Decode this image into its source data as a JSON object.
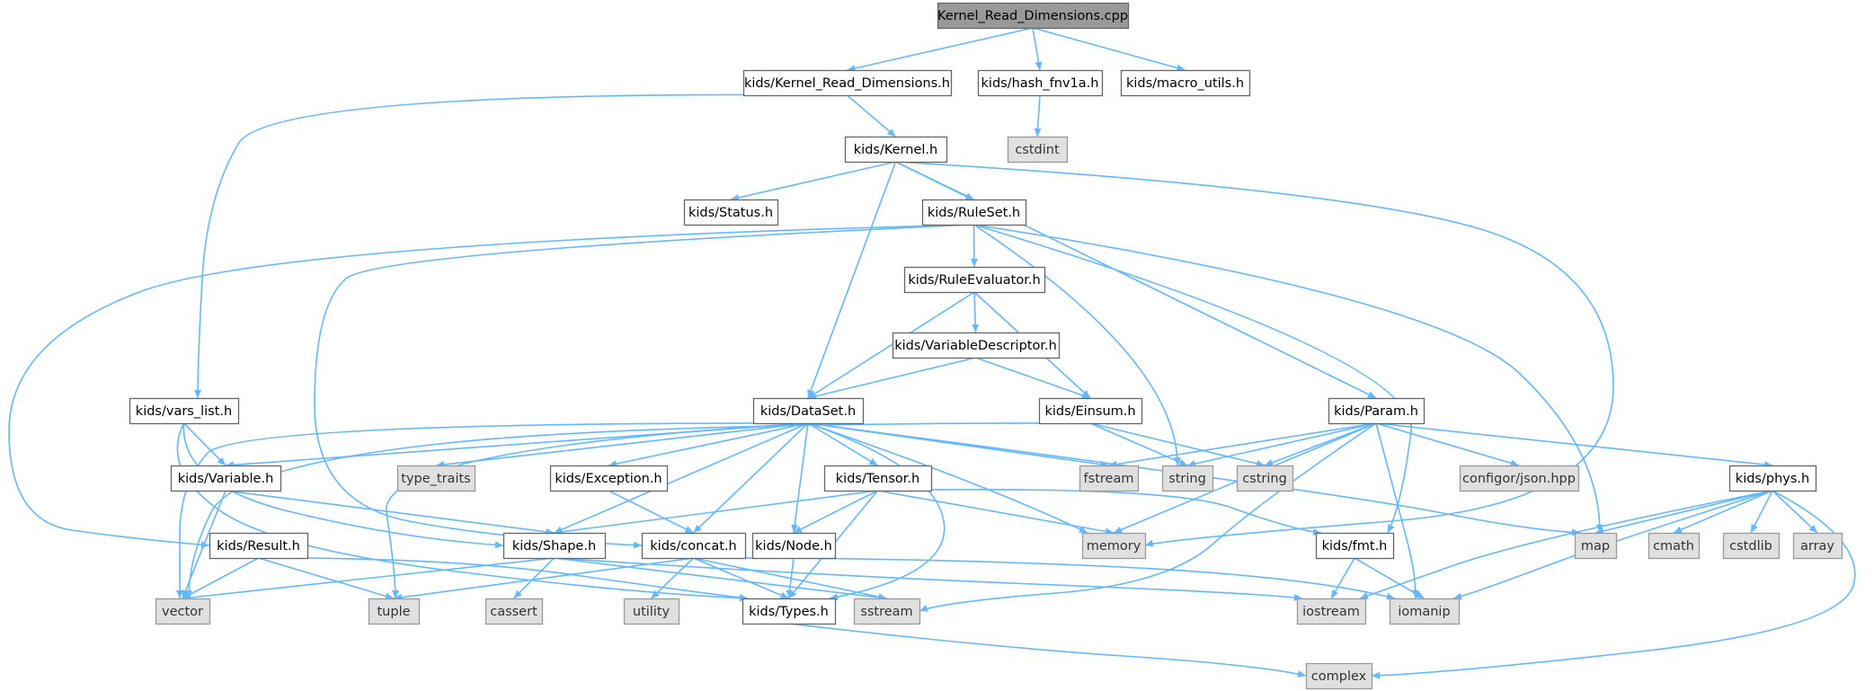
{
  "colors": {
    "edge": "#63b8ff",
    "root_fill": "#999999",
    "local_fill": "#ffffff",
    "system_fill": "#e0e0e0",
    "border": "#666666"
  },
  "nodes": [
    {
      "id": "root",
      "label": "Kernel_Read_Dimensions.cpp",
      "kind": "root"
    },
    {
      "id": "krd_h",
      "label": "kids/Kernel_Read_Dimensions.h",
      "kind": "local"
    },
    {
      "id": "hash",
      "label": "kids/hash_fnv1a.h",
      "kind": "local"
    },
    {
      "id": "macro",
      "label": "kids/macro_utils.h",
      "kind": "local"
    },
    {
      "id": "cstdint",
      "label": "cstdint",
      "kind": "system"
    },
    {
      "id": "kernel",
      "label": "kids/Kernel.h",
      "kind": "local"
    },
    {
      "id": "status",
      "label": "kids/Status.h",
      "kind": "local"
    },
    {
      "id": "ruleset",
      "label": "kids/RuleSet.h",
      "kind": "local"
    },
    {
      "id": "ruleeval",
      "label": "kids/RuleEvaluator.h",
      "kind": "local"
    },
    {
      "id": "vardesc",
      "label": "kids/VariableDescriptor.h",
      "kind": "local"
    },
    {
      "id": "varslist",
      "label": "kids/vars_list.h",
      "kind": "local"
    },
    {
      "id": "dataset",
      "label": "kids/DataSet.h",
      "kind": "local"
    },
    {
      "id": "einsum",
      "label": "kids/Einsum.h",
      "kind": "local"
    },
    {
      "id": "param",
      "label": "kids/Param.h",
      "kind": "local"
    },
    {
      "id": "variable",
      "label": "kids/Variable.h",
      "kind": "local"
    },
    {
      "id": "type_traits",
      "label": "type_traits",
      "kind": "system"
    },
    {
      "id": "exception",
      "label": "kids/Exception.h",
      "kind": "local"
    },
    {
      "id": "tensor",
      "label": "kids/Tensor.h",
      "kind": "local"
    },
    {
      "id": "fstream",
      "label": "fstream",
      "kind": "system"
    },
    {
      "id": "string",
      "label": "string",
      "kind": "system"
    },
    {
      "id": "cstring",
      "label": "cstring",
      "kind": "system"
    },
    {
      "id": "json",
      "label": "configor/json.hpp",
      "kind": "system"
    },
    {
      "id": "phys",
      "label": "kids/phys.h",
      "kind": "local"
    },
    {
      "id": "result",
      "label": "kids/Result.h",
      "kind": "local"
    },
    {
      "id": "shape",
      "label": "kids/Shape.h",
      "kind": "local"
    },
    {
      "id": "concat",
      "label": "kids/concat.h",
      "kind": "local"
    },
    {
      "id": "node",
      "label": "kids/Node.h",
      "kind": "local"
    },
    {
      "id": "memory",
      "label": "memory",
      "kind": "system"
    },
    {
      "id": "fmt",
      "label": "kids/fmt.h",
      "kind": "local"
    },
    {
      "id": "map",
      "label": "map",
      "kind": "system"
    },
    {
      "id": "cmath",
      "label": "cmath",
      "kind": "system"
    },
    {
      "id": "cstdlib",
      "label": "cstdlib",
      "kind": "system"
    },
    {
      "id": "array",
      "label": "array",
      "kind": "system"
    },
    {
      "id": "vector",
      "label": "vector",
      "kind": "system"
    },
    {
      "id": "tuple",
      "label": "tuple",
      "kind": "system"
    },
    {
      "id": "cassert",
      "label": "cassert",
      "kind": "system"
    },
    {
      "id": "utility",
      "label": "utility",
      "kind": "system"
    },
    {
      "id": "types",
      "label": "kids/Types.h",
      "kind": "local"
    },
    {
      "id": "sstream",
      "label": "sstream",
      "kind": "system"
    },
    {
      "id": "iostream",
      "label": "iostream",
      "kind": "system"
    },
    {
      "id": "iomanip",
      "label": "iomanip",
      "kind": "system"
    },
    {
      "id": "complex",
      "label": "complex",
      "kind": "system"
    }
  ],
  "edges": [
    [
      "root",
      "krd_h"
    ],
    [
      "root",
      "hash"
    ],
    [
      "root",
      "macro"
    ],
    [
      "hash",
      "cstdint"
    ],
    [
      "krd_h",
      "kernel"
    ],
    [
      "krd_h",
      "varslist"
    ],
    [
      "kernel",
      "status"
    ],
    [
      "kernel",
      "ruleset"
    ],
    [
      "kernel",
      "dataset"
    ],
    [
      "kernel",
      "param"
    ],
    [
      "kernel",
      "memory"
    ],
    [
      "ruleset",
      "ruleeval"
    ],
    [
      "ruleset",
      "string"
    ],
    [
      "ruleset",
      "map"
    ],
    [
      "ruleset",
      "fmt"
    ],
    [
      "ruleset",
      "result"
    ],
    [
      "ruleset",
      "concat"
    ],
    [
      "ruleeval",
      "vardesc"
    ],
    [
      "ruleeval",
      "dataset"
    ],
    [
      "ruleeval",
      "einsum"
    ],
    [
      "vardesc",
      "dataset"
    ],
    [
      "vardesc",
      "einsum"
    ],
    [
      "varslist",
      "variable"
    ],
    [
      "varslist",
      "shape"
    ],
    [
      "varslist",
      "types"
    ],
    [
      "dataset",
      "variable"
    ],
    [
      "dataset",
      "type_traits"
    ],
    [
      "dataset",
      "exception"
    ],
    [
      "dataset",
      "tensor"
    ],
    [
      "dataset",
      "fstream"
    ],
    [
      "dataset",
      "memory"
    ],
    [
      "dataset",
      "map"
    ],
    [
      "dataset",
      "shape"
    ],
    [
      "dataset",
      "concat"
    ],
    [
      "dataset",
      "node"
    ],
    [
      "dataset",
      "types"
    ],
    [
      "dataset",
      "vector"
    ],
    [
      "dataset",
      "tuple"
    ],
    [
      "einsum",
      "string"
    ],
    [
      "einsum",
      "cstring"
    ],
    [
      "einsum",
      "vector"
    ],
    [
      "param",
      "fstream"
    ],
    [
      "param",
      "string"
    ],
    [
      "param",
      "cstring"
    ],
    [
      "param",
      "json"
    ],
    [
      "param",
      "phys"
    ],
    [
      "param",
      "memory"
    ],
    [
      "param",
      "sstream"
    ],
    [
      "param",
      "iomanip"
    ],
    [
      "variable",
      "shape"
    ],
    [
      "variable",
      "vector"
    ],
    [
      "exception",
      "concat"
    ],
    [
      "tensor",
      "shape"
    ],
    [
      "tensor",
      "node"
    ],
    [
      "tensor",
      "types"
    ],
    [
      "tensor",
      "memory"
    ],
    [
      "tensor",
      "fmt"
    ],
    [
      "phys",
      "map"
    ],
    [
      "phys",
      "cmath"
    ],
    [
      "phys",
      "cstdlib"
    ],
    [
      "phys",
      "array"
    ],
    [
      "phys",
      "iostream"
    ],
    [
      "phys",
      "iomanip"
    ],
    [
      "phys",
      "complex"
    ],
    [
      "result",
      "vector"
    ],
    [
      "result",
      "tuple"
    ],
    [
      "result",
      "types"
    ],
    [
      "shape",
      "vector"
    ],
    [
      "shape",
      "cassert"
    ],
    [
      "shape",
      "sstream"
    ],
    [
      "shape",
      "iostream"
    ],
    [
      "concat",
      "tuple"
    ],
    [
      "concat",
      "utility"
    ],
    [
      "concat",
      "types"
    ],
    [
      "concat",
      "sstream"
    ],
    [
      "concat",
      "iomanip"
    ],
    [
      "node",
      "types"
    ],
    [
      "fmt",
      "iostream"
    ],
    [
      "fmt",
      "iomanip"
    ],
    [
      "types",
      "complex"
    ]
  ]
}
